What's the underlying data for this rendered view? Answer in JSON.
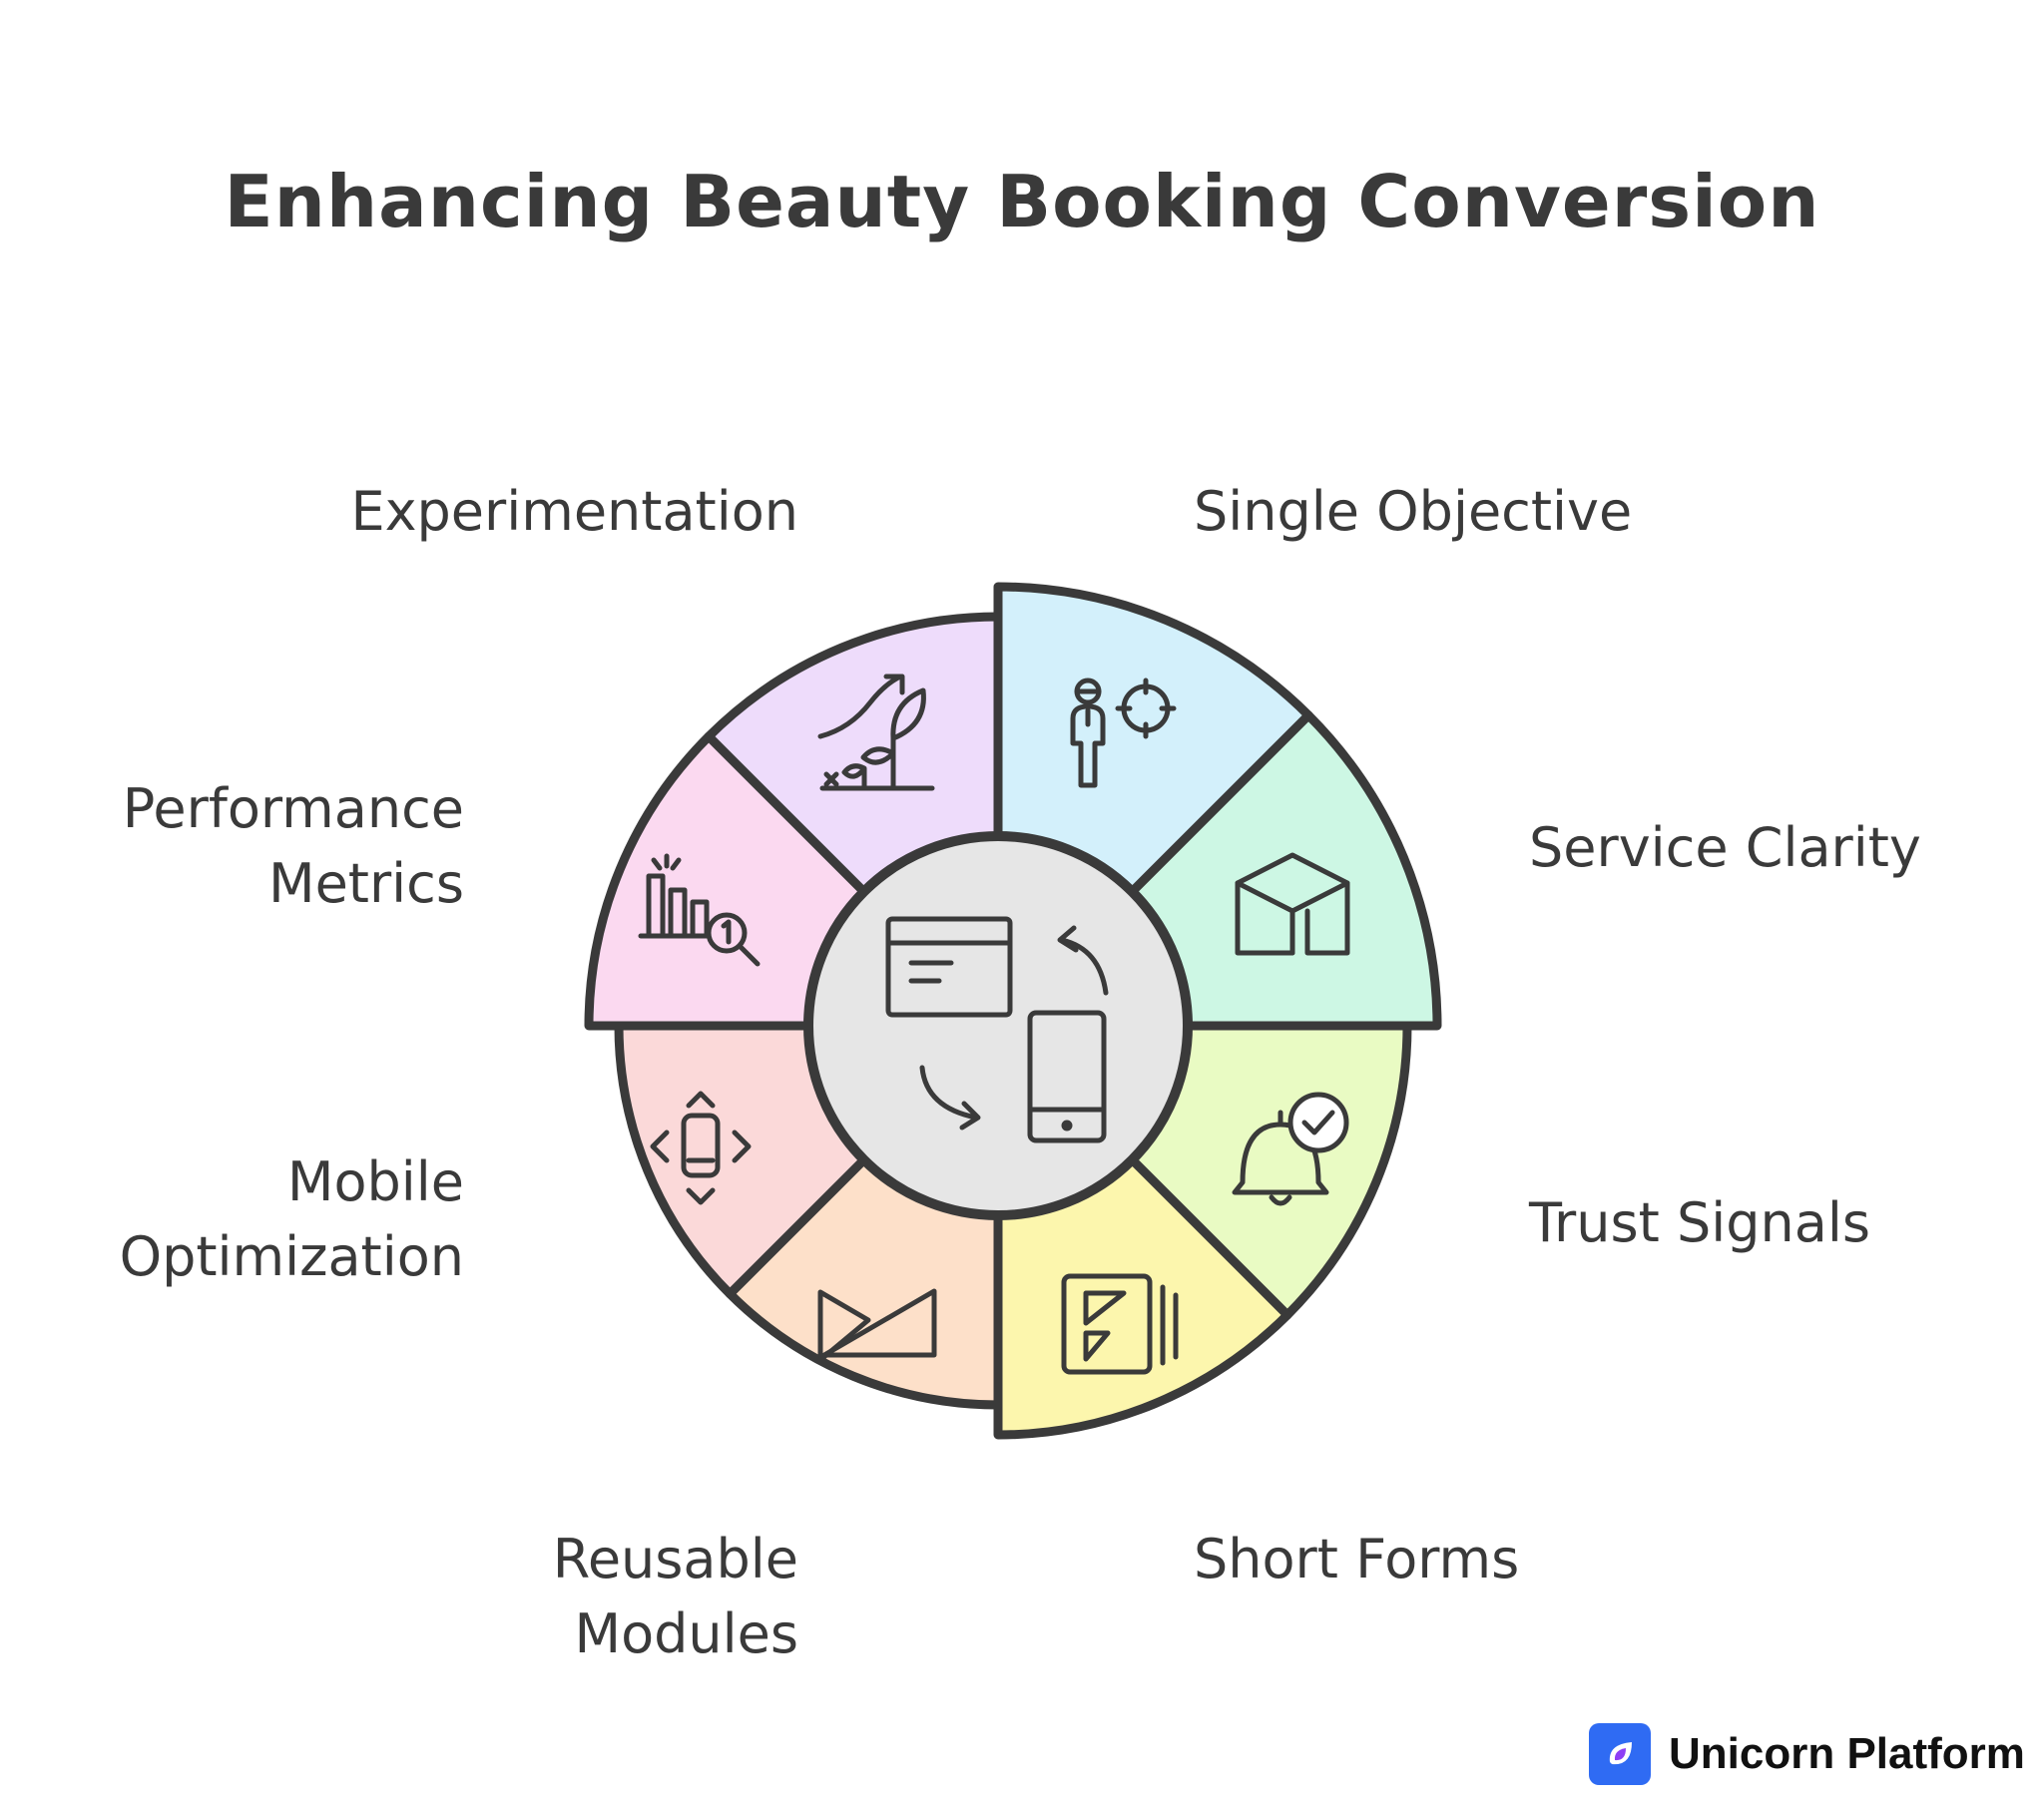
{
  "title": "Enhancing Beauty Booking Conversion",
  "segments": [
    {
      "id": "single-objective",
      "label_lines": [
        "Single Objective"
      ],
      "color": "#d3f0fb",
      "icon": "person-target-icon"
    },
    {
      "id": "service-clarity",
      "label_lines": [
        "Service Clarity"
      ],
      "color": "#cdf7e4",
      "icon": "box-icon"
    },
    {
      "id": "trust-signals",
      "label_lines": [
        "Trust Signals"
      ],
      "color": "#e9fbc3",
      "icon": "bell-check-icon"
    },
    {
      "id": "short-forms",
      "label_lines": [
        "Short Forms"
      ],
      "color": "#fcf6ad",
      "icon": "form-document-icon"
    },
    {
      "id": "reusable-modules",
      "label_lines": [
        "Reusable",
        "Modules"
      ],
      "color": "#fde0c9",
      "icon": "modules-shapes-icon"
    },
    {
      "id": "mobile-optimization",
      "label_lines": [
        "Mobile",
        "Optimization"
      ],
      "color": "#fbd9d9",
      "icon": "phone-arrows-icon"
    },
    {
      "id": "performance-metrics",
      "label_lines": [
        "Performance",
        "Metrics"
      ],
      "color": "#fbd9f0",
      "icon": "bar-chart-magnifier-icon"
    },
    {
      "id": "experimentation",
      "label_lines": [
        "Experimentation"
      ],
      "color": "#eedcfb",
      "icon": "growth-plant-icon"
    }
  ],
  "center": {
    "color": "#e6e6e6",
    "icon": "desktop-to-mobile-icon"
  },
  "stroke_color": "#3a3a3a",
  "brand": {
    "name": "Unicorn Platform",
    "logo_color": "#2f6bf3",
    "icon": "unicorn-logo-icon"
  }
}
